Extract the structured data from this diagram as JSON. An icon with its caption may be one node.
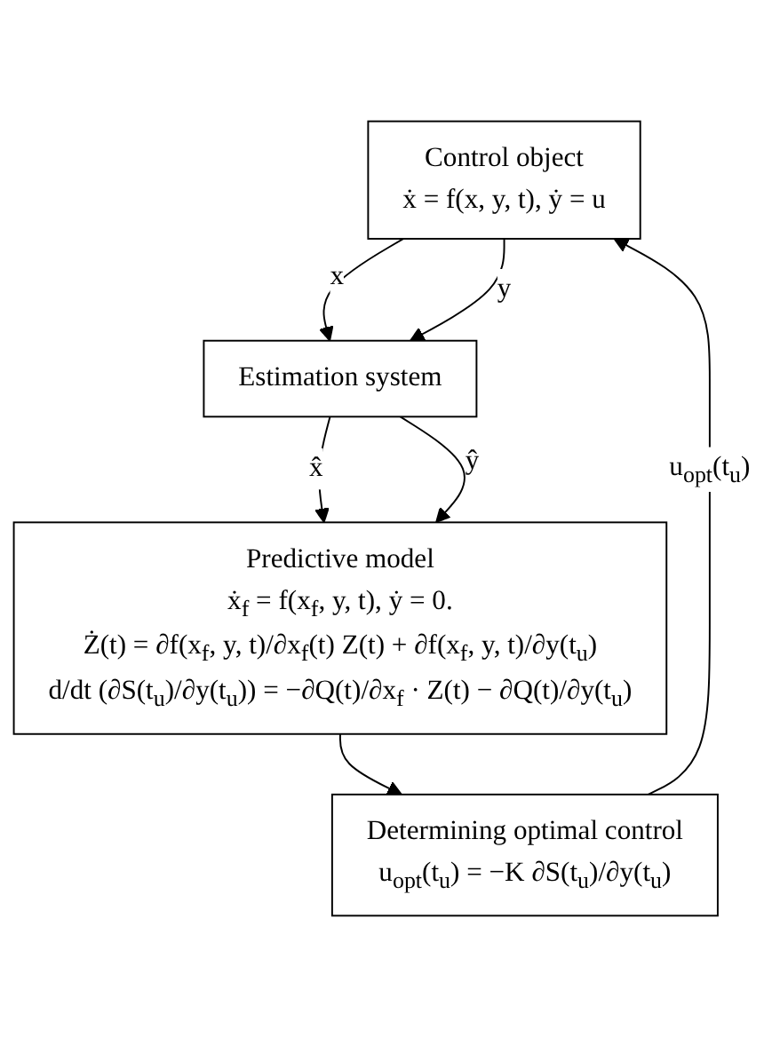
{
  "diagram": {
    "nodes": [
      {
        "text": [
          "Control object",
          "ẋ = f(x, y, t),  ẏ = u"
        ]
      },
      {
        "text": [
          "Estimation system"
        ]
      },
      {
        "text": [
          "Predictive model",
          "ẋ$_{f}$ = f(x$_{f}$, y, t),  ẏ = 0.",
          "Ż(t) = ∂f(x$_{f}$, y, t)/∂x$_{f}$(t) Z(t) + ∂f(x$_{f}$, y, t)/∂y(t$_{u}$)",
          "d/dt (∂S(t$_{u}$)/∂y(t$_{u}$)) = −∂Q(t)/∂x$_{f}$ · Z(t) − ∂Q(t)/∂y(t$_{u}$)"
        ]
      },
      {
        "text": [
          "Determining optimal control",
          "u$_{opt}$(t$_{u}$) = −K ∂S(t$_{u}$)/∂y(t$_{u}$)"
        ]
      }
    ],
    "edges": [
      {
        "from": 0,
        "to": 1,
        "arrow": "to",
        "label": "x"
      },
      {
        "from": 0,
        "to": 1,
        "arrow": "to",
        "label": "y"
      },
      {
        "from": 1,
        "to": 2,
        "arrow": "to",
        "label": "x̂"
      },
      {
        "from": 1,
        "to": 2,
        "arrow": "to",
        "label": "ŷ"
      },
      {
        "from": 2,
        "to": 3,
        "arrow": "to"
      },
      {
        "from": 3,
        "to": 0,
        "arrow": "to",
        "label": "u$_{opt}$(t$_{u}$)"
      }
    ]
  }
}
